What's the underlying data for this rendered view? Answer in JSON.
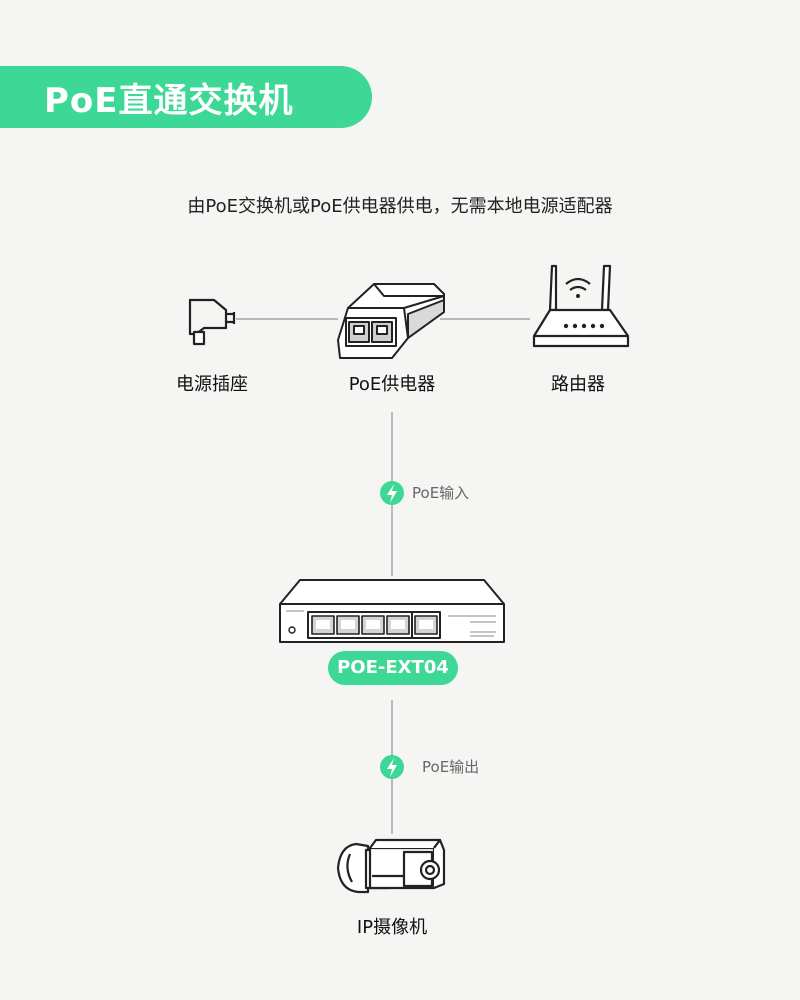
{
  "title": "PoE直通交换机",
  "subtitle": "由PoE交换机或PoE供电器供电，无需本地电源适配器",
  "devices": {
    "power_socket": "电源插座",
    "poe_injector": "PoE供电器",
    "router": "路由器",
    "camera": "IP摄像机"
  },
  "flows": {
    "input": "PoE输入",
    "output": "PoE输出"
  },
  "switch_model": "POE-EXT04",
  "colors": {
    "accent": "#3ed896",
    "line": "#b8b8b8",
    "background": "#f5f6f3"
  }
}
